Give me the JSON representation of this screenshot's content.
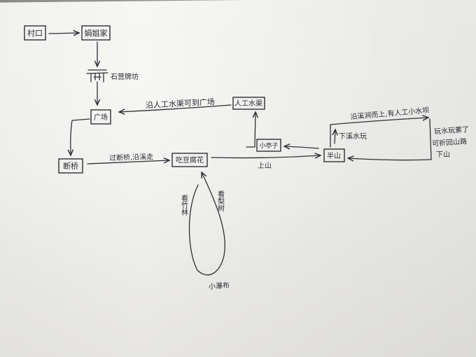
{
  "nodes": {
    "village": "村口",
    "house": "娟姐家",
    "square": "广场",
    "bridge": "断桥",
    "tofu": "吃豆腐花",
    "channel": "人工水渠",
    "pavilion": "小亭子",
    "halfway": "半山"
  },
  "annotations": {
    "archway": "石营牌坊",
    "along_channel": "沿人工水渠可到广场",
    "cross_bridge": "过断桥,沿溪走",
    "up_mountain": "上山",
    "bamboo": "看竹林",
    "pear": "看梨树",
    "waterfall": "小瀑布",
    "along_stream": "沿溪涧而上,有人工小水坝",
    "go_down": "下溪水玩",
    "play_tired_1": "玩水玩累了",
    "play_tired_2": "可折回山路",
    "play_tired_3": "下山"
  },
  "icons": {
    "archway": "archway-icon"
  },
  "colors": {
    "ink": "#2f2f36",
    "paper": "#f2f2ef"
  }
}
